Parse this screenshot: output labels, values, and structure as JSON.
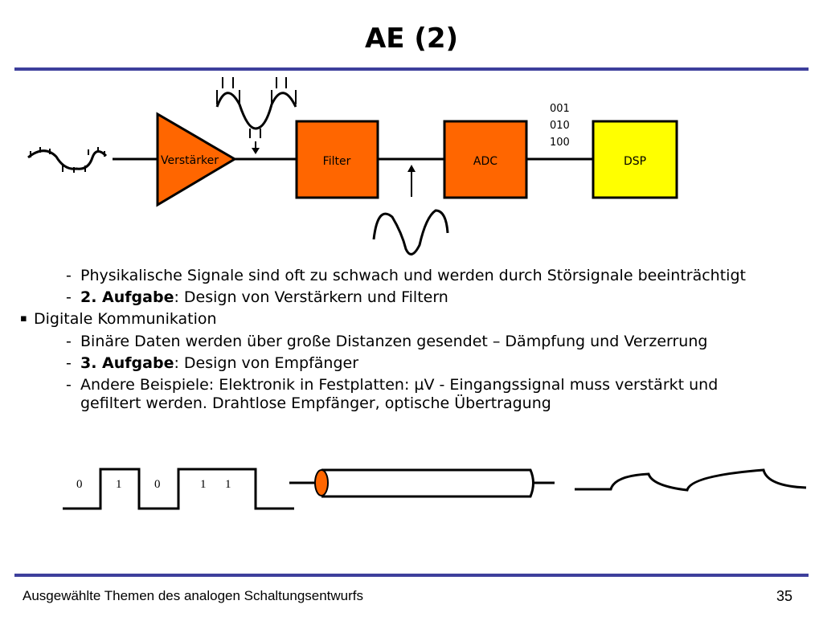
{
  "title": "AE (2)",
  "diagram": {
    "amplifier": "Verstärker",
    "filter": "Filter",
    "adc": "ADC",
    "dsp": "DSP",
    "bits": [
      "001",
      "010",
      "100"
    ],
    "colors": {
      "block": "#ff6600",
      "dsp": "#ffff00",
      "rule": "#3d3f9c"
    }
  },
  "bullets": [
    {
      "type": "dash",
      "text": "Physikalische Signale sind oft zu schwach und werden durch Störsignale beeinträchtigt"
    },
    {
      "type": "dash",
      "bold": "2. Aufgabe",
      "text": ": Design von Verstärkern und Filtern"
    },
    {
      "type": "square",
      "text": "Digitale Kommunikation"
    },
    {
      "type": "dash",
      "text": "Binäre Daten werden über große Distanzen gesendet – Dämpfung und Verzerrung"
    },
    {
      "type": "dash",
      "bold": "3. Aufgabe",
      "text": ": Design von Empfänger"
    },
    {
      "type": "dash",
      "text": "Andere Beispiele: Elektronik in Festplatten: µV - Eingangssignal muss verstärkt und",
      "text2": "gefiltert werden. Drahtlose Empfänger, optische Übertragung"
    }
  ],
  "bit_labels": [
    "0",
    "1",
    "0",
    "1",
    "1"
  ],
  "markers": {
    "dash": "-",
    "square": "▪"
  },
  "footer": "Ausgewählte Themen des analogen Schaltungsentwurfs",
  "page_number": "35"
}
